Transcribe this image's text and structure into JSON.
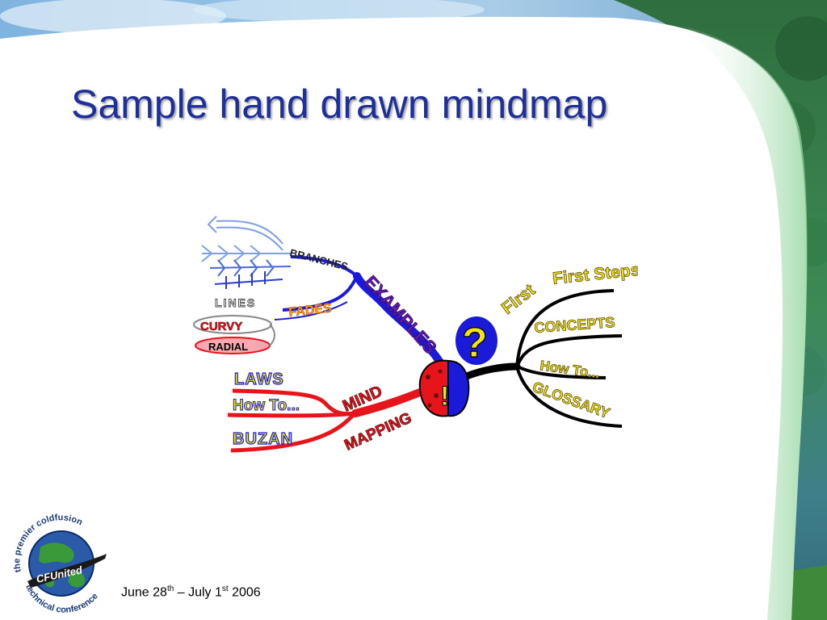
{
  "slide": {
    "title": "Sample hand drawn mindmap"
  },
  "mindmap": {
    "center_question": "?",
    "center_exclaim": "!",
    "examples_branch": {
      "label": "EXAMPLES",
      "sub": [
        "BRANCHES",
        "LINES",
        "FADES",
        "CURVY",
        "RADIAL"
      ]
    },
    "mind_mapping_branch": {
      "label_line1": "MIND",
      "label_line2": "MAPPING",
      "sub": [
        "LAWS",
        "How To...",
        "BUZAN"
      ]
    },
    "right_branch": {
      "sub": [
        "First Steps",
        "CONCEPTS",
        "How To...",
        "GLOSSARY"
      ]
    }
  },
  "footer": {
    "date_part1": "June 28",
    "date_sup1": "th",
    "date_part2": " – July 1",
    "date_sup2": "st",
    "date_part3": " 2006"
  },
  "logo": {
    "ring_text_top": "the premier coldfusion",
    "ring_text_bottom": "technical conference",
    "brand": "CFUnited"
  },
  "colors": {
    "title": "#1f2f9a",
    "sky": "#6aa6d8",
    "tree_green": "#2e7d3a",
    "mm_red": "#e8141c",
    "mm_blue": "#1a1ad8",
    "mm_yellow": "#f2e418",
    "mm_purple": "#5a1aa8"
  }
}
